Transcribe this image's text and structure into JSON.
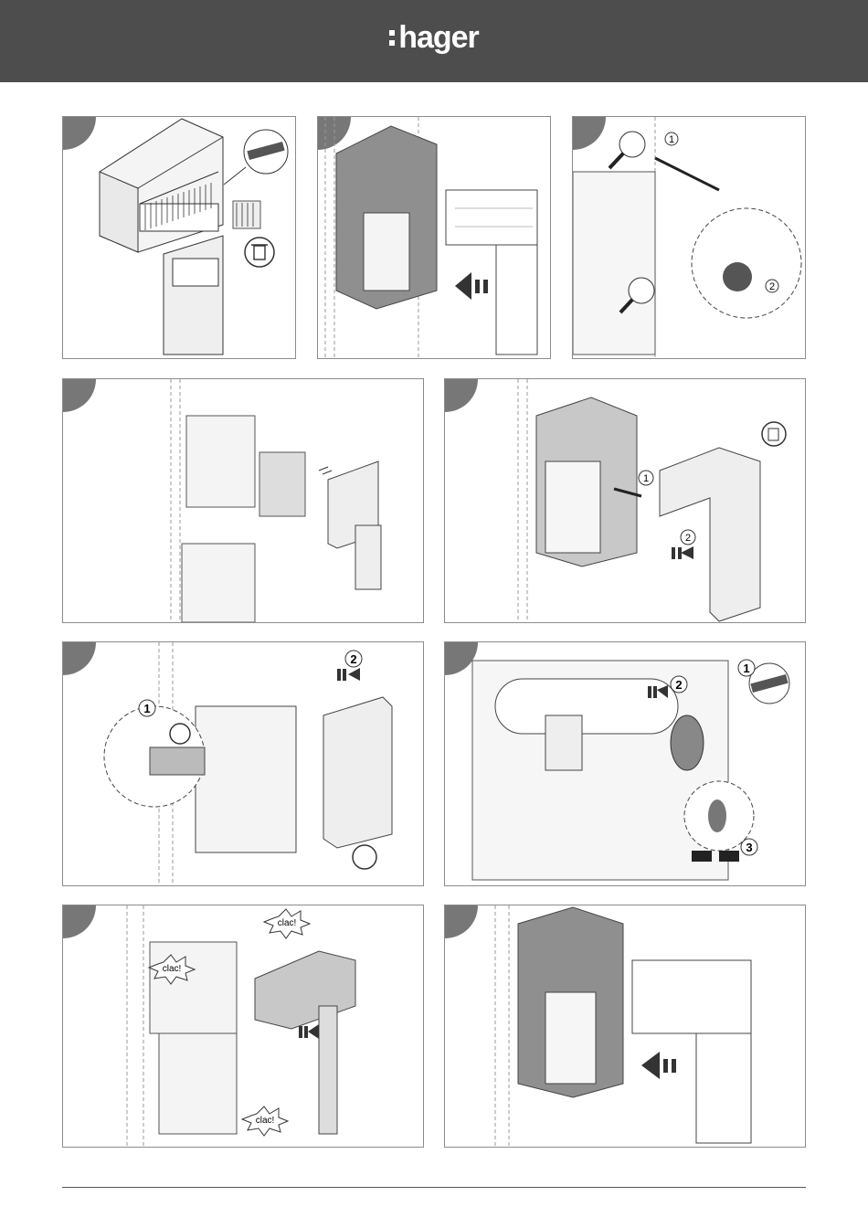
{
  "header": {
    "brand": "hager",
    "background": "#4d4d4d"
  },
  "panels": [
    {
      "id": "step-1",
      "markers": []
    },
    {
      "id": "step-2",
      "markers": []
    },
    {
      "id": "step-3",
      "markers": [
        "1",
        "2"
      ]
    },
    {
      "id": "step-4",
      "markers": []
    },
    {
      "id": "step-5",
      "markers": [
        "1",
        "2"
      ]
    },
    {
      "id": "step-6",
      "markers": [
        "1",
        "2"
      ]
    },
    {
      "id": "step-7",
      "markers": [
        "1",
        "2",
        "3"
      ]
    },
    {
      "id": "step-8",
      "markers": [],
      "callouts": [
        "clac!",
        "clac!",
        "clac!"
      ]
    },
    {
      "id": "step-9",
      "markers": []
    }
  ]
}
